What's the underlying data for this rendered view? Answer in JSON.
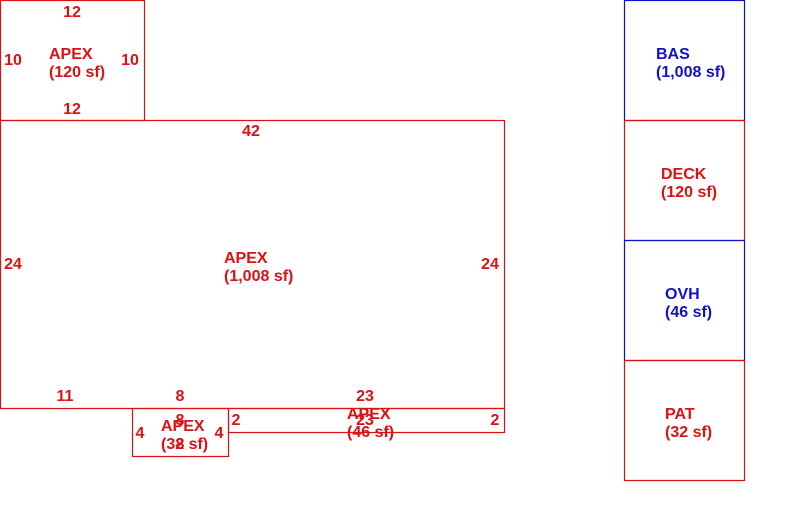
{
  "sketch": {
    "colors": {
      "red": "#dd1111",
      "blue": "#1111cc",
      "background": "#ffffff"
    },
    "areas": [
      {
        "id": "apex-top",
        "name": "APEX",
        "area_text": "(120 sf)",
        "color": "red",
        "dims": {
          "top": "12",
          "bottom": "12",
          "left": "10",
          "right": "10"
        }
      },
      {
        "id": "apex-main",
        "name": "APEX",
        "area_text": "(1,008 sf)",
        "color": "red",
        "dims": {
          "top": "42",
          "left": "24",
          "right": "24",
          "bottom_left": "11",
          "bottom_mid": "8",
          "bottom_right": "23"
        }
      },
      {
        "id": "apex-small",
        "name": "APEX",
        "area_text": "(32 sf)",
        "color": "red",
        "dims": {
          "top": "8",
          "left": "4",
          "right": "4",
          "bottom": "8"
        }
      },
      {
        "id": "apex-strip",
        "name": "APEX",
        "area_text": "(46 sf)",
        "color": "red",
        "dims": {
          "top": "23",
          "left": "2",
          "right": "2",
          "bottom": "23"
        }
      }
    ]
  },
  "legend": [
    {
      "code": "BAS",
      "area_text": "(1,008 sf)",
      "color": "blue"
    },
    {
      "code": "DECK",
      "area_text": "(120 sf)",
      "color": "red"
    },
    {
      "code": "OVH",
      "area_text": "(46 sf)",
      "color": "blue"
    },
    {
      "code": "PAT",
      "area_text": "(32 sf)",
      "color": "red"
    }
  ]
}
